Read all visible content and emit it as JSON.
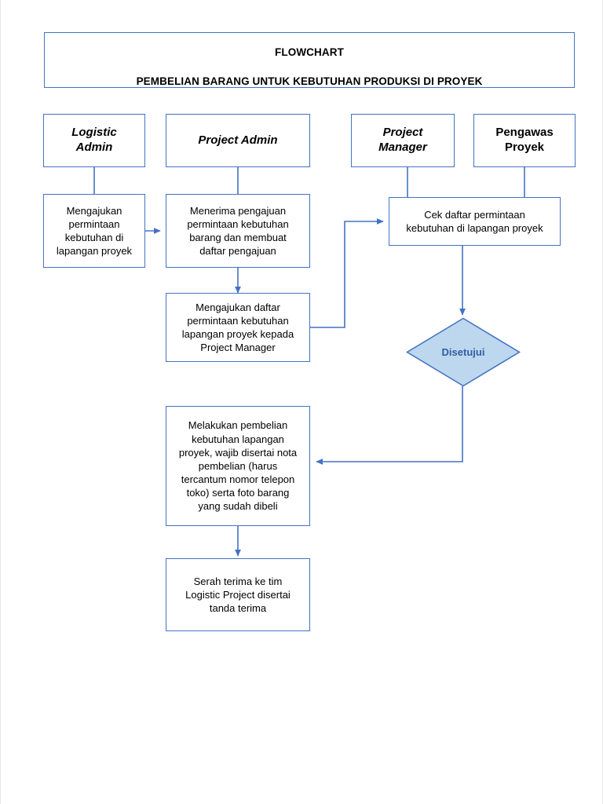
{
  "document": {
    "title_line1": "FLOWCHART",
    "title_line2": "PEMBELIAN BARANG UNTUK KEBUTUHAN PRODUKSI DI PROYEK"
  },
  "colors": {
    "border": "#4472C4",
    "connector": "#4472C4",
    "decision_fill": "#BDD7EE",
    "decision_border": "#4472C4",
    "decision_text": "#2E5FA3",
    "node_fill": "#FFFFFF",
    "text": "#000000",
    "page_background": "#FFFFFF"
  },
  "lanes": [
    {
      "id": "logistic-admin",
      "label": "Logistic\nAdmin",
      "italic": true
    },
    {
      "id": "project-admin",
      "label": "Project Admin",
      "italic": true
    },
    {
      "id": "project-manager",
      "label": "Project\nManager",
      "italic": true
    },
    {
      "id": "pengawas-proyek",
      "label": "Pengawas\nProyek",
      "italic": false
    }
  ],
  "nodes": [
    {
      "id": "mengajukan-permintaan",
      "lane": "logistic-admin",
      "shape": "process",
      "label": "Mengajukan\npermintaan\nkebutuhan di\nlapangan proyek"
    },
    {
      "id": "menerima-pengajuan",
      "lane": "project-admin",
      "shape": "process",
      "label": "Menerima pengajuan\npermintaan kebutuhan\nbarang dan membuat\ndaftar pengajuan"
    },
    {
      "id": "mengajukan-daftar",
      "lane": "project-admin",
      "shape": "process",
      "label": "Mengajukan daftar\npermintaan kebutuhan\nlapangan proyek kepada\nProject Manager"
    },
    {
      "id": "cek-daftar",
      "lane": "project-manager",
      "shape": "process",
      "label": "Cek daftar permintaan\nkebutuhan di lapangan proyek"
    },
    {
      "id": "disetujui",
      "lane": "project-manager",
      "shape": "decision",
      "label": "Disetujui"
    },
    {
      "id": "melakukan-pembelian",
      "lane": "project-admin",
      "shape": "process",
      "label": "Melakukan pembelian\nkebutuhan lapangan\nproyek, wajib disertai nota\npembelian (harus\ntercantum nomor telepon\ntoko) serta foto barang\nyang sudah dibeli"
    },
    {
      "id": "serah-terima",
      "lane": "project-admin",
      "shape": "process",
      "label": "Serah terima ke tim\nLogistic Project disertai\ntanda terima"
    }
  ],
  "connectors": [
    {
      "from": "logistic-admin",
      "to": "mengajukan-permintaan",
      "arrow": false
    },
    {
      "from": "project-admin",
      "to": "menerima-pengajuan",
      "arrow": false
    },
    {
      "from": "project-manager",
      "to": "cek-daftar",
      "arrow": false
    },
    {
      "from": "pengawas-proyek",
      "to": "cek-daftar",
      "arrow": false
    },
    {
      "from": "mengajukan-permintaan",
      "to": "menerima-pengajuan",
      "arrow": true
    },
    {
      "from": "menerima-pengajuan",
      "to": "mengajukan-daftar",
      "arrow": true
    },
    {
      "from": "mengajukan-daftar",
      "to": "cek-daftar",
      "arrow": true
    },
    {
      "from": "cek-daftar",
      "to": "disetujui",
      "arrow": true
    },
    {
      "from": "disetujui",
      "to": "melakukan-pembelian",
      "arrow": true
    },
    {
      "from": "melakukan-pembelian",
      "to": "serah-terima",
      "arrow": true
    }
  ]
}
